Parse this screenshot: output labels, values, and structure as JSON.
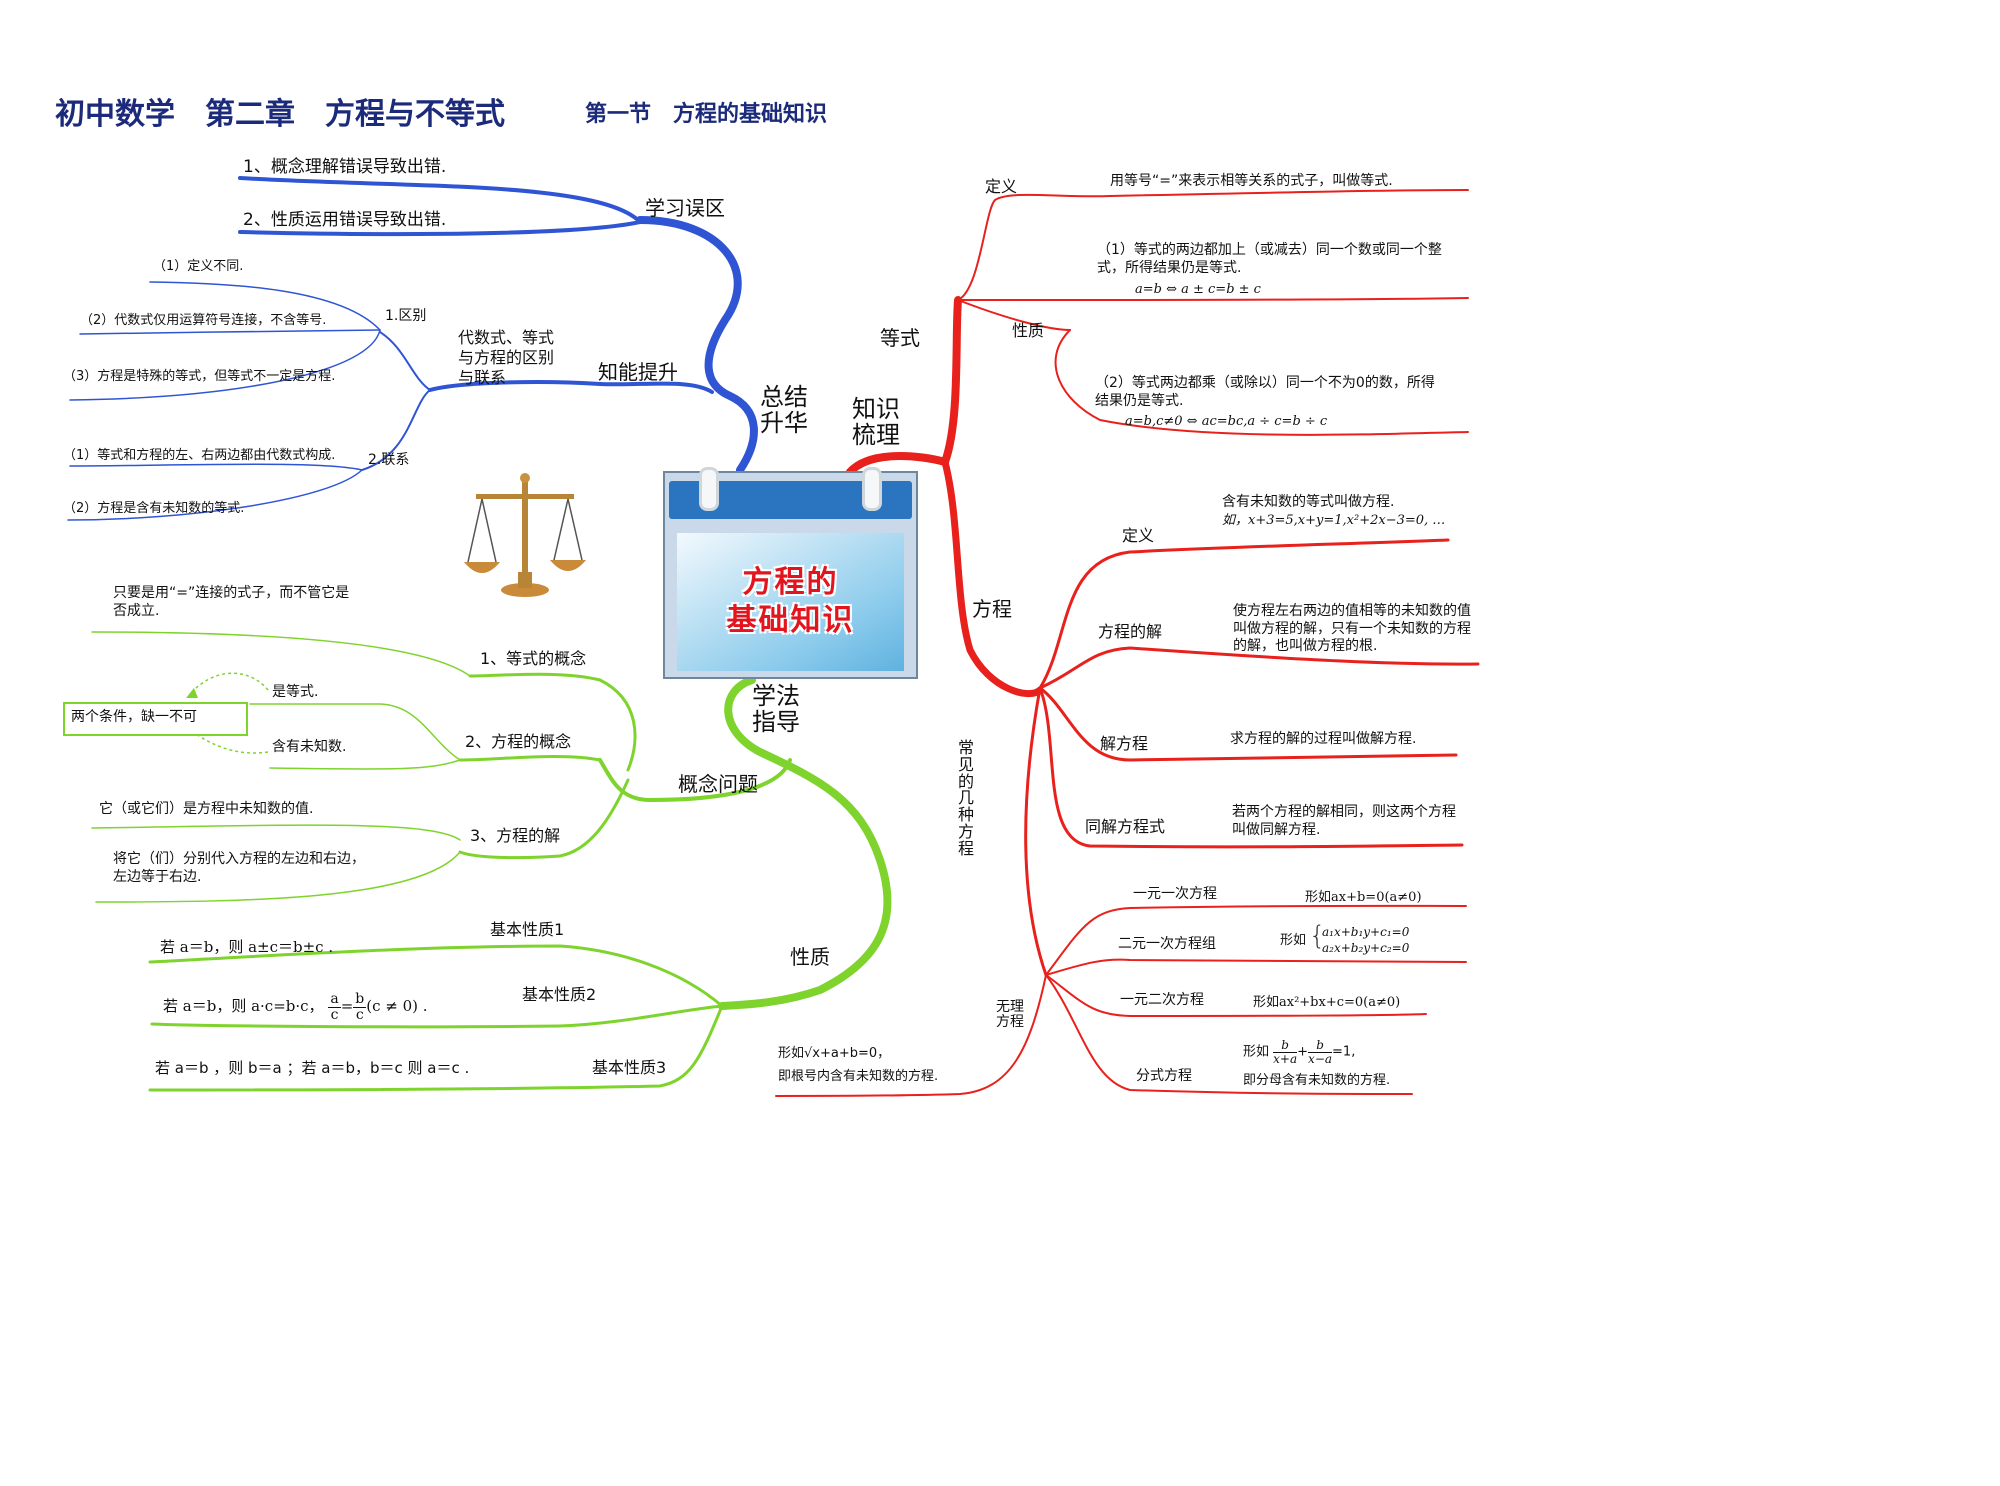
{
  "header": {
    "title": "初中数学　第二章　方程与不等式",
    "subtitle": "第一节　方程的基础知识"
  },
  "center": {
    "line1": "方程的",
    "line2": "基础知识"
  },
  "branches": {
    "summary": {
      "line1": "总结",
      "line2": "升华"
    },
    "knowledge": {
      "line1": "知识",
      "line2": "梳理"
    },
    "method": {
      "line1": "学法",
      "line2": "指导"
    }
  },
  "summary_section": {
    "pitfalls": {
      "label": "学习误区",
      "items": [
        "1、概念理解错误导致出错.",
        "2、性质运用错误导致出错."
      ]
    },
    "improve": {
      "label": "知能提升",
      "sub": "代数式、等式与方程的区别与联系",
      "diff_label": "1.区别",
      "diffs": [
        "（1）定义不同.",
        "（2）代数式仅用运算符号连接，不含等号.",
        "（3）方程是特殊的等式，但等式不一定是方程."
      ],
      "link_label": "2.联系",
      "links": [
        "（1）等式和方程的左、右两边都由代数式构成.",
        "（2）方程是含有未知数的等式."
      ]
    }
  },
  "knowledge_section": {
    "equality": {
      "label": "等式",
      "def_label": "定义",
      "def_text": "用等号“=”来表示相等关系的式子，叫做等式.",
      "prop_label": "性质",
      "prop1": "（1）等式的两边都加上（或减去）同一个数或同一个整式，所得结果仍是等式.",
      "prop1_formula": "a=b ⇔ a ± c=b ± c",
      "prop2": "（2）等式两边都乘（或除以）同一个不为0的数，所得结果仍是等式.",
      "prop2_formula": "a=b,c≠0 ⇔ ac=bc,a ÷ c=b ÷ c"
    },
    "equation": {
      "label": "方程",
      "def_label": "定义",
      "def_text": "含有未知数的等式叫做方程.",
      "def_example": "如，x+3=5,x+y=1,x²+2x−3=0, …",
      "sol_label": "方程的解",
      "sol_text": "使方程左右两边的值相等的未知数的值叫做方程的解，只有一个未知数的方程的解，也叫做方程的根.",
      "solve_label": "解方程",
      "solve_text": "求方程的解的过程叫做解方程.",
      "same_label": "同解方程式",
      "same_text": "若两个方程的解相同，则这两个方程叫做同解方程.",
      "common_label": "常见的几种方程",
      "types": [
        {
          "name": "一元一次方程",
          "form": "形如ax+b=0(a≠0)"
        },
        {
          "name": "二元一次方程组",
          "form_prefix": "形如",
          "row1": "a₁x+b₁y+c₁=0",
          "row2": "a₂x+b₂y+c₂=0"
        },
        {
          "name": "一元二次方程",
          "form": "形如ax²+bx+c=0(a≠0)"
        },
        {
          "name": "分式方程",
          "form_prefix": "形如",
          "f1n": "b",
          "f1d": "x+a",
          "f2n": "b",
          "f2d": "x−a",
          "form_suffix": "=1,",
          "note": "即分母含有未知数的方程."
        }
      ],
      "irrational": {
        "label_line1": "无理",
        "label_line2": "方程",
        "form": "形如√x+a+b=0，",
        "note": "即根号内含有未知数的方程."
      }
    }
  },
  "method_section": {
    "concept": {
      "label": "概念问题",
      "eq_concept": "1、等式的概念",
      "eq_concept_text": "只要是用“=”连接的式子，而不管它是否成立.",
      "equation_concept": "2、方程的概念",
      "cond1": "是等式.",
      "cond2": "含有未知数.",
      "box": "两个条件，缺一不可",
      "solution_concept": "3、方程的解",
      "sol1": "它（或它们）是方程中未知数的值.",
      "sol2": "将它（们）分别代入方程的左边和右边，左边等于右边."
    },
    "property": {
      "label": "性质",
      "p1_label": "基本性质1",
      "p1": "若 a＝b，则 a±c＝b±c .",
      "p2_label": "基本性质2",
      "p2_a": "若  a＝b，则 a·c=b·c，",
      "p2_frac_n1": "a",
      "p2_frac_d1": "c",
      "p2_frac_n2": "b",
      "p2_frac_d2": "c",
      "p2_cond": "(c ≠ 0)  .",
      "p3_label": "基本性质3",
      "p3": "若  a＝b ，则  b＝a ；若  a＝b，b＝c 则 a＝c ."
    }
  },
  "colors": {
    "blue": "#2f55d4",
    "red": "#e8211d",
    "green": "#7fd32d",
    "title": "#1b2a7a"
  }
}
